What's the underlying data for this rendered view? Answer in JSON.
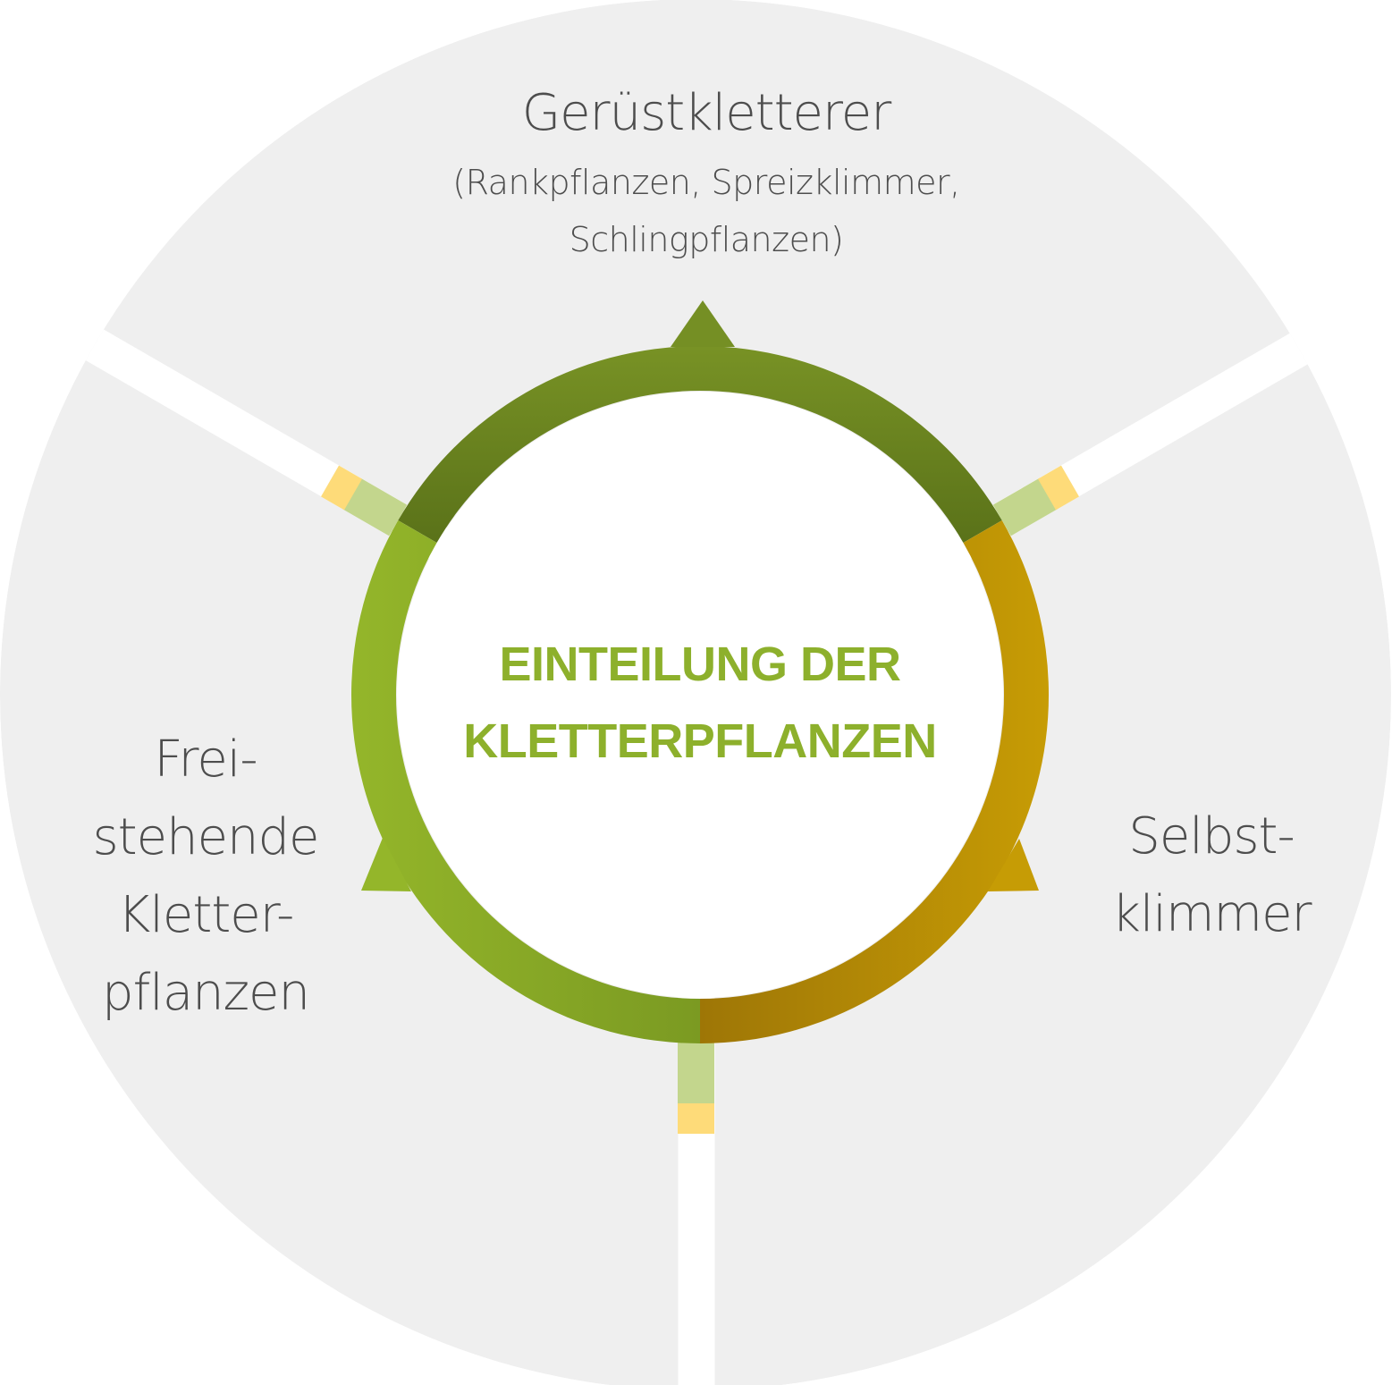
{
  "center": {
    "title": "EINTEILUNG DER\nKLETTERPFLANZEN",
    "title_color": "#8db02c"
  },
  "segments": [
    {
      "id": "top",
      "title": "Gerüstkletterer",
      "subtitle": "(Rankpflanzen, Spreizklimmer,\nSchlingpflanzen)",
      "ring_color": "#6f8b23",
      "arrow": "up"
    },
    {
      "id": "left",
      "title": "Frei-\nstehende\nKletter-\npflanzen",
      "ring_color": "#8db02c",
      "arrow": "left-down"
    },
    {
      "id": "right",
      "title": "Selbst-\nklimmer",
      "ring_color": "#c49a05",
      "arrow": "right-down"
    }
  ],
  "colors": {
    "background_sector": "#efefef",
    "divider_gap": "#ffffff",
    "connector_light_green": "#c3d68d",
    "connector_yellow": "#fedb79",
    "label_text": "#4d4d4d"
  }
}
